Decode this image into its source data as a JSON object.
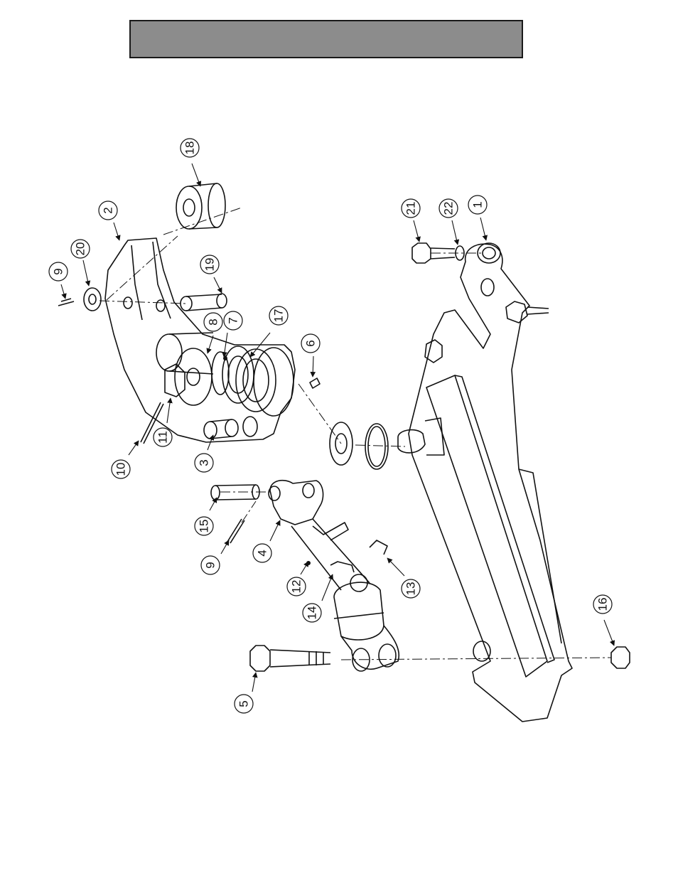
{
  "header": {
    "title": ""
  },
  "colors": {
    "header_fill": "#8c8c8c",
    "line": "#111111",
    "background": "#ffffff"
  },
  "callouts": [
    {
      "id": "c1",
      "label": "1"
    },
    {
      "id": "c2",
      "label": "2"
    },
    {
      "id": "c3",
      "label": "3"
    },
    {
      "id": "c4",
      "label": "4"
    },
    {
      "id": "c5",
      "label": "5"
    },
    {
      "id": "c6",
      "label": "6"
    },
    {
      "id": "c7",
      "label": "7"
    },
    {
      "id": "c8",
      "label": "8"
    },
    {
      "id": "c9a",
      "label": "9"
    },
    {
      "id": "c9b",
      "label": "9"
    },
    {
      "id": "c10",
      "label": "10"
    },
    {
      "id": "c11",
      "label": "11"
    },
    {
      "id": "c12",
      "label": "12"
    },
    {
      "id": "c13",
      "label": "13"
    },
    {
      "id": "c14",
      "label": "14"
    },
    {
      "id": "c15",
      "label": "15"
    },
    {
      "id": "c16",
      "label": "16"
    },
    {
      "id": "c17",
      "label": "17"
    },
    {
      "id": "c18",
      "label": "18"
    },
    {
      "id": "c19",
      "label": "19"
    },
    {
      "id": "c20",
      "label": "20"
    },
    {
      "id": "c21",
      "label": "21"
    },
    {
      "id": "c22",
      "label": "22"
    }
  ]
}
